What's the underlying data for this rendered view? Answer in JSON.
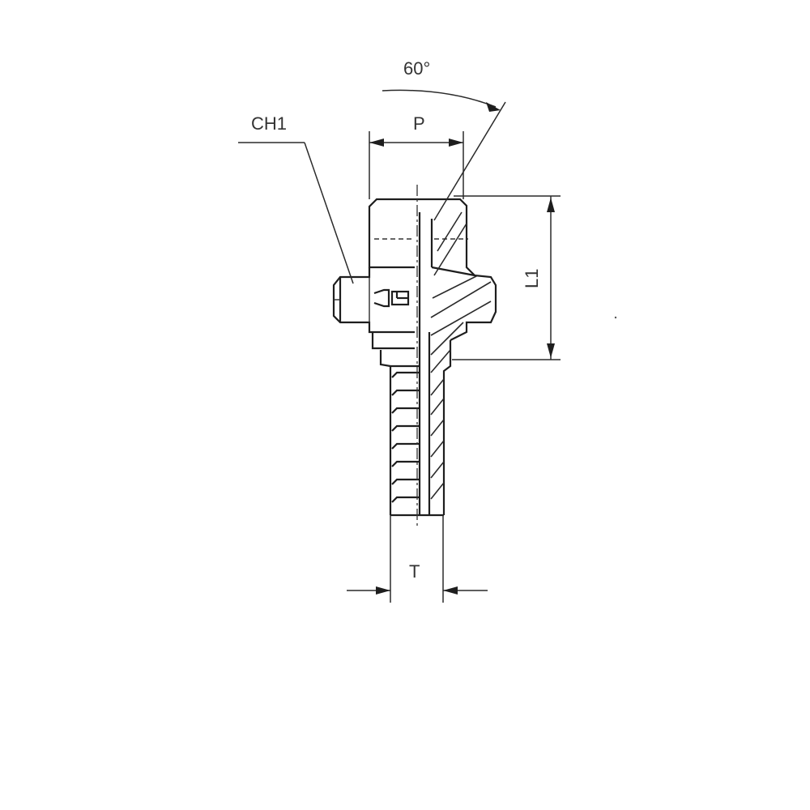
{
  "labels": {
    "angle": "60°",
    "ch": "CH1",
    "p": "P",
    "l": "L1",
    "t": "T"
  }
}
